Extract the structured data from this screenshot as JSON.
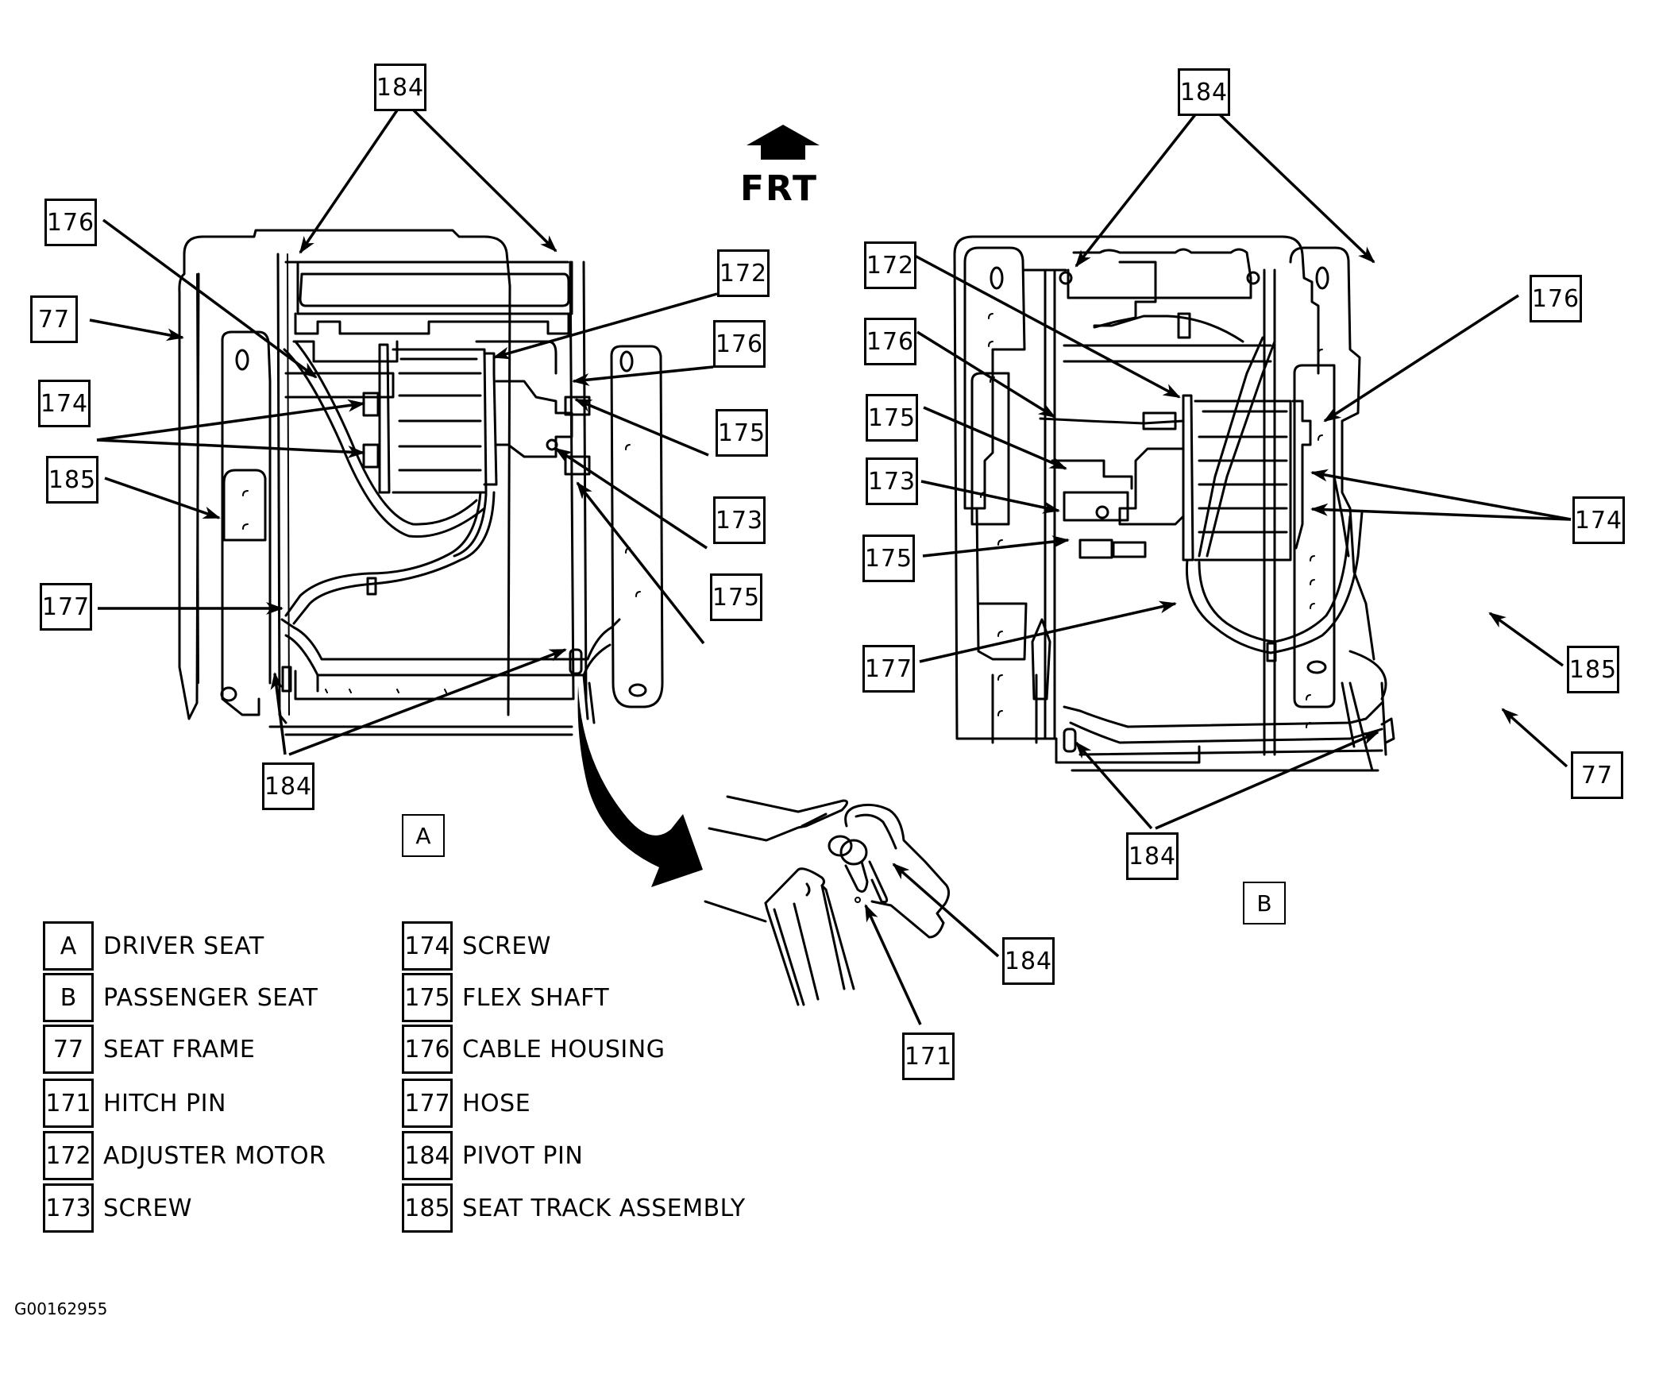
{
  "diagram": {
    "direction_indicator": {
      "label": "FRT",
      "icon": "arrow-up-icon"
    },
    "views": [
      {
        "id": "A",
        "label": "A",
        "title": "DRIVER SEAT",
        "callouts": [
          "184",
          "176",
          "77",
          "174",
          "185",
          "177",
          "172",
          "176",
          "175",
          "173",
          "175",
          "184"
        ]
      },
      {
        "id": "B",
        "label": "B",
        "title": "PASSENGER SEAT",
        "callouts": [
          "184",
          "172",
          "176",
          "175",
          "173",
          "175",
          "177",
          "176",
          "174",
          "185",
          "77",
          "184"
        ]
      }
    ],
    "detail_inset": {
      "callouts": [
        "184",
        "171"
      ],
      "icon": "curved-arrow-icon"
    },
    "legend": [
      {
        "key": "A",
        "text": "DRIVER SEAT"
      },
      {
        "key": "B",
        "text": "PASSENGER SEAT"
      },
      {
        "key": "77",
        "text": "SEAT FRAME"
      },
      {
        "key": "171",
        "text": "HITCH PIN"
      },
      {
        "key": "172",
        "text": "ADJUSTER MOTOR"
      },
      {
        "key": "173",
        "text": "SCREW"
      },
      {
        "key": "174",
        "text": "SCREW"
      },
      {
        "key": "175",
        "text": "FLEX SHAFT"
      },
      {
        "key": "176",
        "text": "CABLE HOUSING"
      },
      {
        "key": "177",
        "text": "HOSE"
      },
      {
        "key": "184",
        "text": "PIVOT PIN"
      },
      {
        "key": "185",
        "text": "SEAT TRACK ASSEMBLY"
      }
    ],
    "figure_id": "G00162955"
  }
}
